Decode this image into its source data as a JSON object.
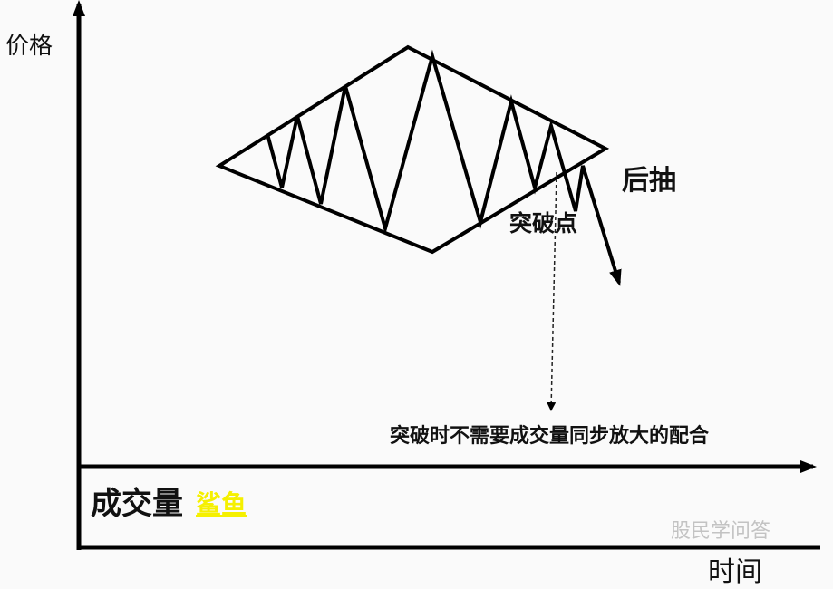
{
  "labels": {
    "y_axis": "价格",
    "x_axis": "时间",
    "pullback": "后抽",
    "breakout_point": "突破点",
    "volume_note": "突破时不需要成交量同步放大的配合",
    "volume_section": "成交量",
    "author": "鲨鱼"
  },
  "watermark": "股民学问答",
  "colors": {
    "line": "#000000",
    "author": "#f5f000",
    "background": "#fafafa"
  }
}
